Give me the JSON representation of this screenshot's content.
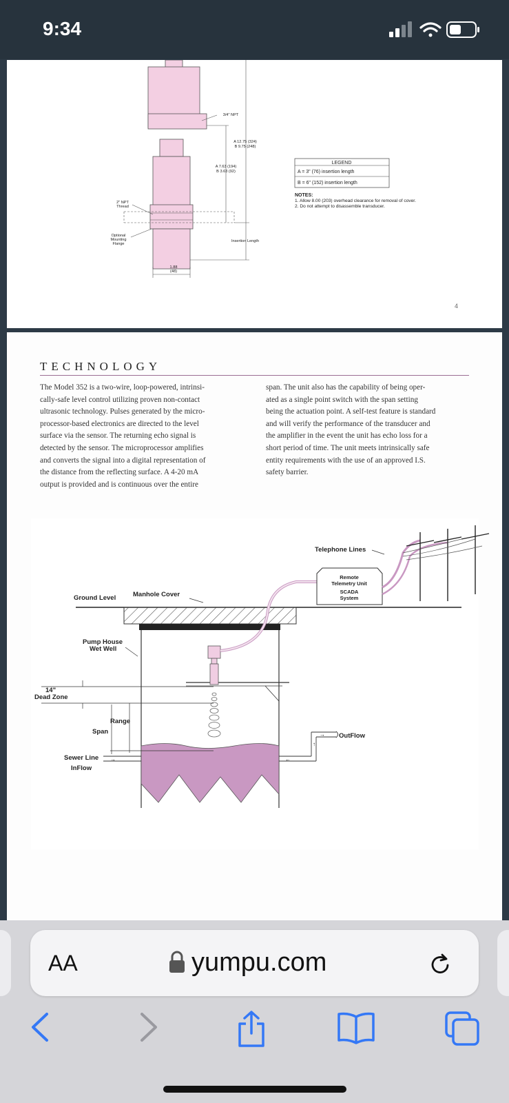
{
  "status_bar": {
    "time": "9:34"
  },
  "page1": {
    "npt_label": "3/4\" NPT",
    "dim_a_total": "A 12.75 (324)",
    "dim_b_total": "B 9.75 (248)",
    "dim_a_body": "A 7.63 (194)",
    "dim_b_body": "B 3.63 (92)",
    "thread_label_1": "2\" NPT",
    "thread_label_2": "Thread",
    "flange_label_1": "Optional",
    "flange_label_2": "Mounting",
    "flange_label_3": "Flange",
    "insertion_label": "Insertion Length",
    "width_label_1": "1.88",
    "width_label_2": "(48)",
    "legend_title": "LEGEND",
    "legend_a": "A = 3\" (76) insertion length",
    "legend_b": "B = 6\" (152) insertion length",
    "notes_title": "NOTES:",
    "note_1": "1.  Allow 8.00 (203) overhead clearance for removal of cover.",
    "note_2": "2.  Do not attempt to disassemble transducer.",
    "page_number": "4"
  },
  "page2": {
    "heading": "TECHNOLOGY",
    "col1": [
      "The Model 352 is a two-wire, loop-powered, intrinsi-",
      "cally-safe level control utilizing proven non-contact",
      "ultrasonic technology. Pulses generated by the micro-",
      "processor-based electronics are directed to the level",
      "surface via the sensor. The returning echo signal is",
      "detected by the sensor. The microprocessor amplifies",
      "and converts the signal into a digital representation of",
      "the distance from the reflecting surface. A 4-20 mA",
      "output is provided and is continuous over the entire"
    ],
    "col2": [
      "span. The unit also has the capability of being oper-",
      "ated as a single point switch with the span setting",
      "being the actuation point. A self-test feature is standard",
      "and will verify the performance of the transducer and",
      "the amplifier in the event the unit has echo loss for a",
      "short period of time. The unit meets intrinsically safe",
      "entity requirements with the use of an approved I.S.",
      "safety barrier."
    ],
    "diagram": {
      "telephone_lines": "Telephone Lines",
      "rtu_1": "Remote",
      "rtu_2": "Telemetry Unit",
      "rtu_3": "SCADA",
      "rtu_4": "System",
      "ground_level": "Ground Level",
      "manhole_cover": "Manhole Cover",
      "pump_house_1": "Pump House",
      "pump_house_2": "Wet Well",
      "dead_zone_1": "14\"",
      "dead_zone_2": "Dead Zone",
      "range": "Range",
      "span": "Span",
      "sewer_line": "Sewer Line",
      "inflow": "InFlow",
      "outflow": "OutFlow"
    }
  },
  "browser": {
    "text_size_label": "AA",
    "url": "yumpu.com"
  },
  "colors": {
    "accent_pink": "#f0cde2",
    "water_purple": "#c998c2",
    "safari_blue": "#3478f6"
  }
}
